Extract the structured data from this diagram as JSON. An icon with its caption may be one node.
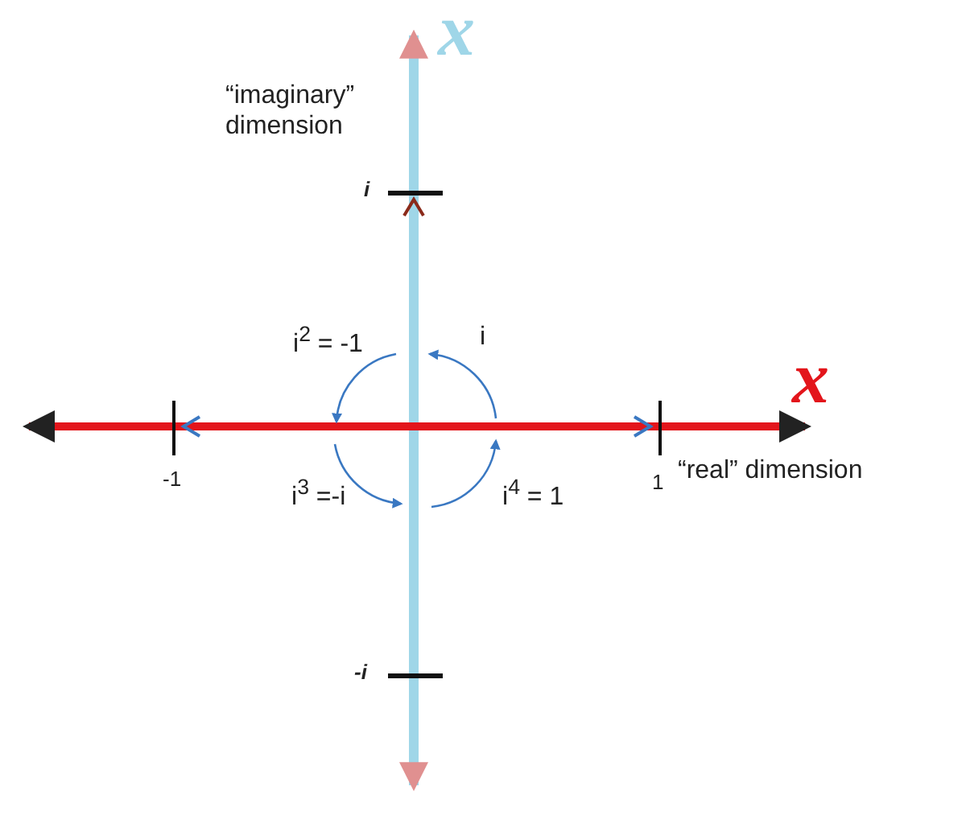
{
  "diagram": {
    "labels": [
      "x",
      "“imaginary” dimension",
      "i",
      "i$^{2}$ = -1",
      "i",
      "x",
      "-1",
      "1",
      "“real” dimension",
      "i$^{3}$ =-i",
      "i$^{4}$ = 1",
      "-i"
    ]
  }
}
